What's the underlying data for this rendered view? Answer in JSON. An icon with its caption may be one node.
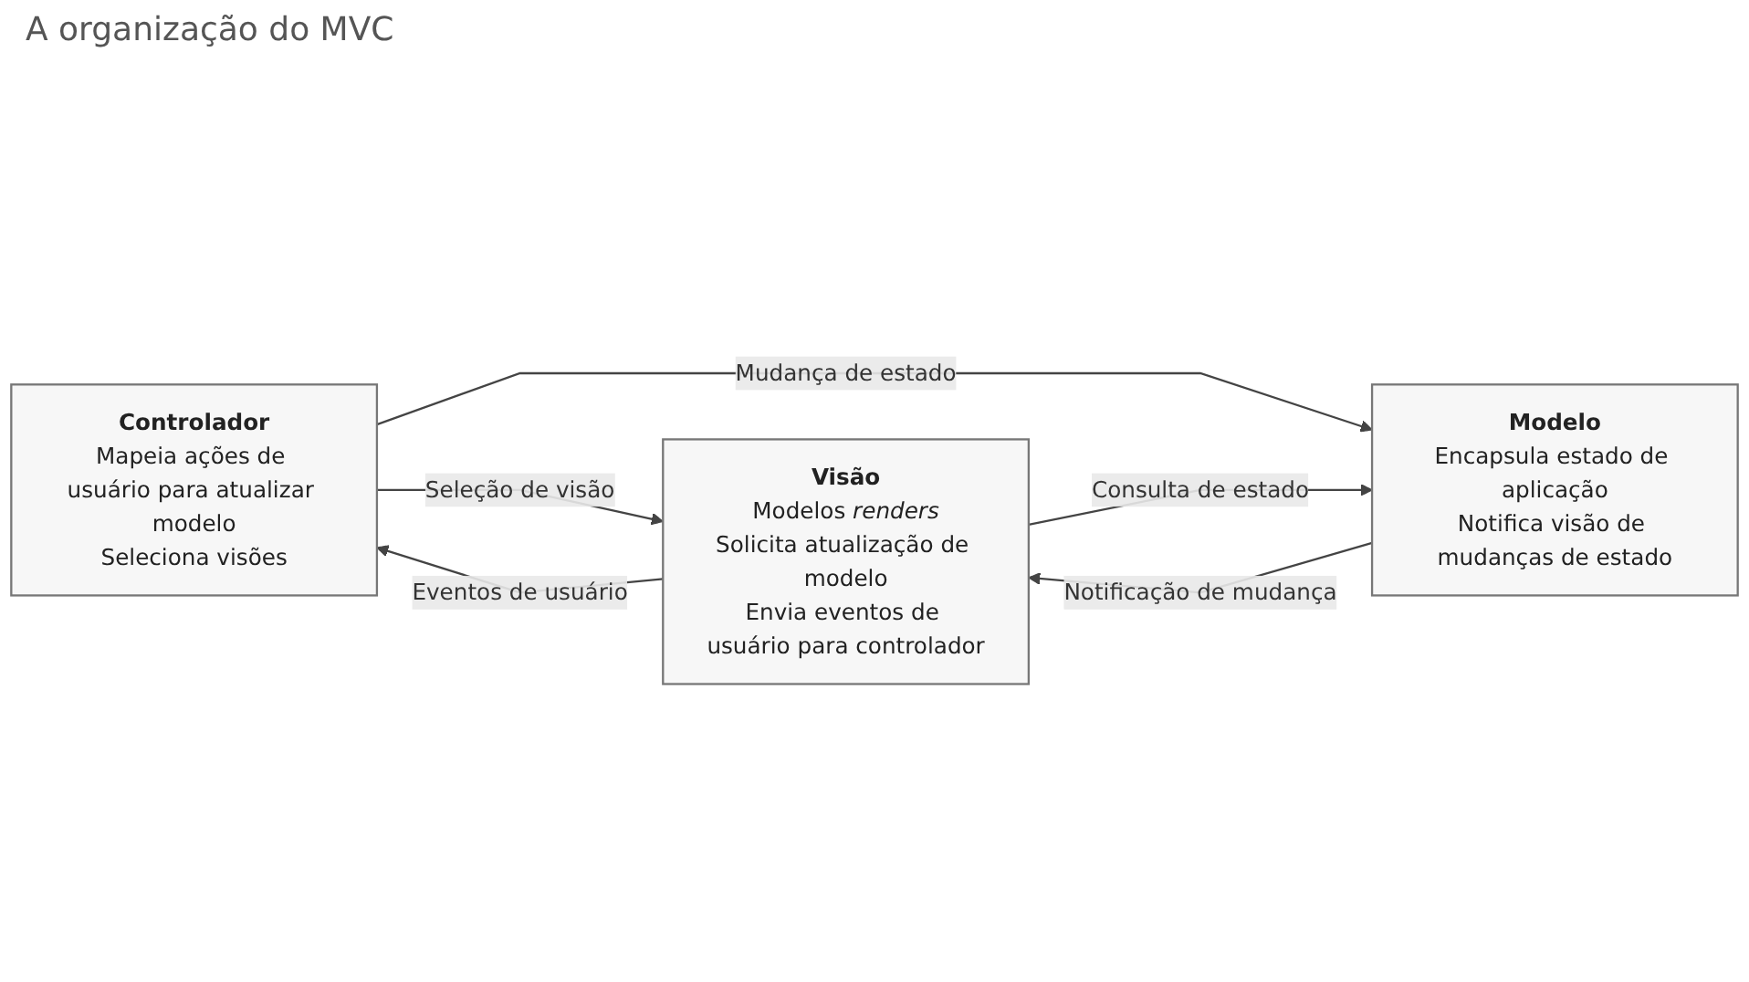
{
  "diagram": {
    "title": "A organização do MVC",
    "nodes": [
      {
        "text": [
          "Controlador",
          "Mapeia ações de usuário para atualizar modelo",
          "Seleciona visões"
        ]
      },
      {
        "text": [
          "Visão",
          "Modelos *renders*",
          "Solicita atualização de modelo",
          "Envia eventos de usuário para controlador"
        ]
      },
      {
        "text": [
          "Modelo",
          "Encapsula estado de aplicação",
          "Notifica visão de mudanças de estado"
        ]
      }
    ],
    "edges": [
      {
        "from": 0,
        "to": 1,
        "arrow": "to",
        "label": "Seleção de visão"
      },
      {
        "from": 1,
        "to": 0,
        "arrow": "to",
        "label": "Eventos de usuário"
      },
      {
        "from": 0,
        "to": 2,
        "arrow": "to",
        "label": "Mudança de estado"
      },
      {
        "from": 2,
        "to": 1,
        "arrow": "to",
        "label": "Notificação de mudança"
      },
      {
        "from": 1,
        "to": 2,
        "arrow": "to",
        "label": "Consulta de estado"
      }
    ]
  }
}
